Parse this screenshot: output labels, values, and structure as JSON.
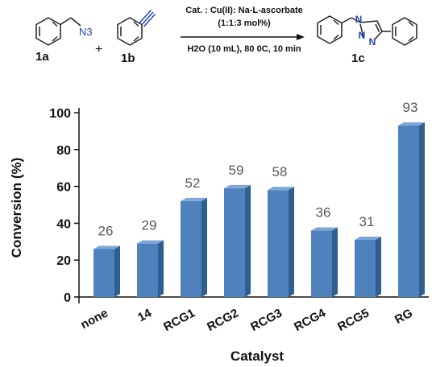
{
  "scheme": {
    "reactant_a_label": "1a",
    "reactant_a_group": "N3",
    "reactant_b_label": "1b",
    "plus": "+",
    "product_label": "1c",
    "conditions_line1": "Cat. : Cu(II): Na-L-ascorbate",
    "conditions_line2": "(1:1:3 mol%)",
    "conditions_line3": "H2O (10 mL), 80 0C, 10 min",
    "ring_atoms": [
      "N",
      "N",
      "N"
    ]
  },
  "chart_data": {
    "type": "bar",
    "categories": [
      "none",
      "14",
      "RCG1",
      "RCG2",
      "RCG3",
      "RCG4",
      "RCG5",
      "RG"
    ],
    "values": [
      26,
      29,
      52,
      59,
      58,
      36,
      31,
      93
    ],
    "data_labels": [
      "26",
      "29",
      "52",
      "59",
      "58",
      "36",
      "31",
      "93"
    ],
    "title": "",
    "xlabel": "Catalyst",
    "ylabel": "Conversion (%)",
    "ylim": [
      0,
      100
    ],
    "yticks": [
      0,
      20,
      40,
      60,
      80,
      100
    ],
    "grid": false,
    "legend": "none",
    "bar_colors": {
      "front": "#4F81BD",
      "side": "#2E5F8E",
      "top": "#7EA6D8"
    }
  }
}
